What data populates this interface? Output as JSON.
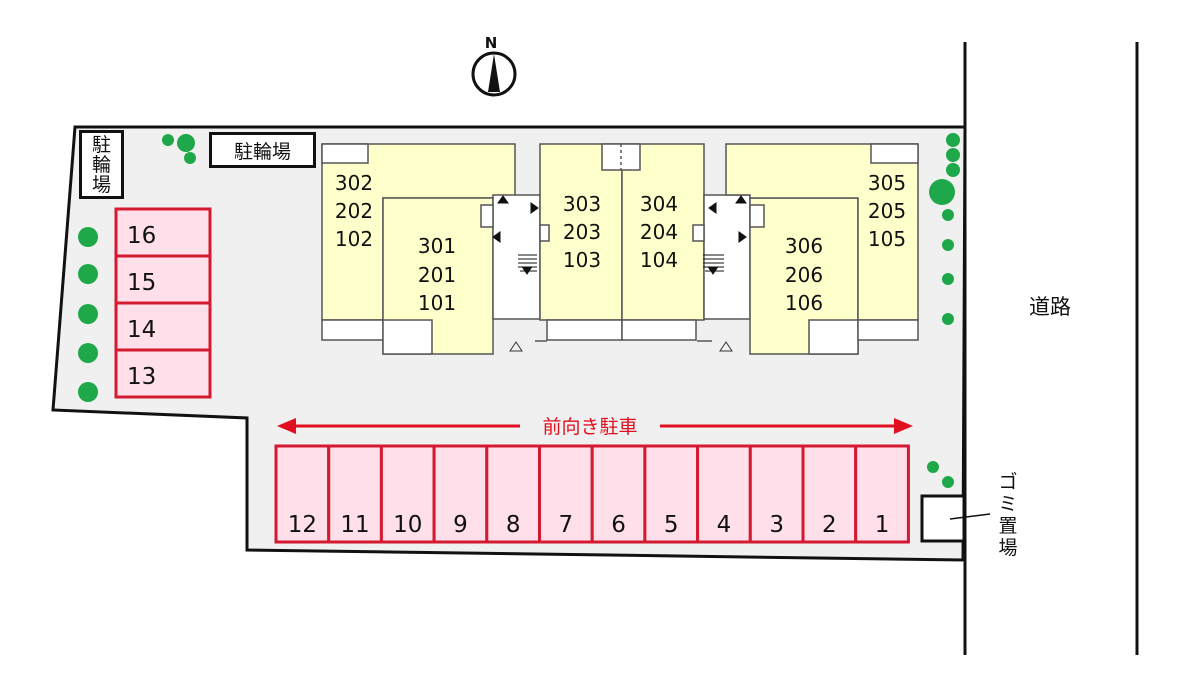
{
  "compass": {
    "label": "N"
  },
  "road_label": "道路",
  "bike_parking_label": "駐輪場",
  "garbage_label": "ゴミ置場",
  "front_parking_label": "前向き駐車",
  "units": {
    "b302": [
      "302",
      "202",
      "102"
    ],
    "b301": [
      "301",
      "201",
      "101"
    ],
    "b303": [
      "303",
      "203",
      "103"
    ],
    "b304": [
      "304",
      "204",
      "104"
    ],
    "b306": [
      "306",
      "206",
      "106"
    ],
    "b305": [
      "305",
      "205",
      "105"
    ]
  },
  "parking_left": [
    "16",
    "15",
    "14",
    "13"
  ],
  "parking_bottom": [
    "12",
    "11",
    "10",
    "9",
    "8",
    "7",
    "6",
    "5",
    "4",
    "3",
    "2",
    "1"
  ],
  "colors": {
    "lot": "#f0f0f0",
    "building": "#ffffcc",
    "parking_fill": "#ffe0ea",
    "parking_border": "#d41a30",
    "tree": "#1fa84a",
    "arrow": "#e01020"
  }
}
